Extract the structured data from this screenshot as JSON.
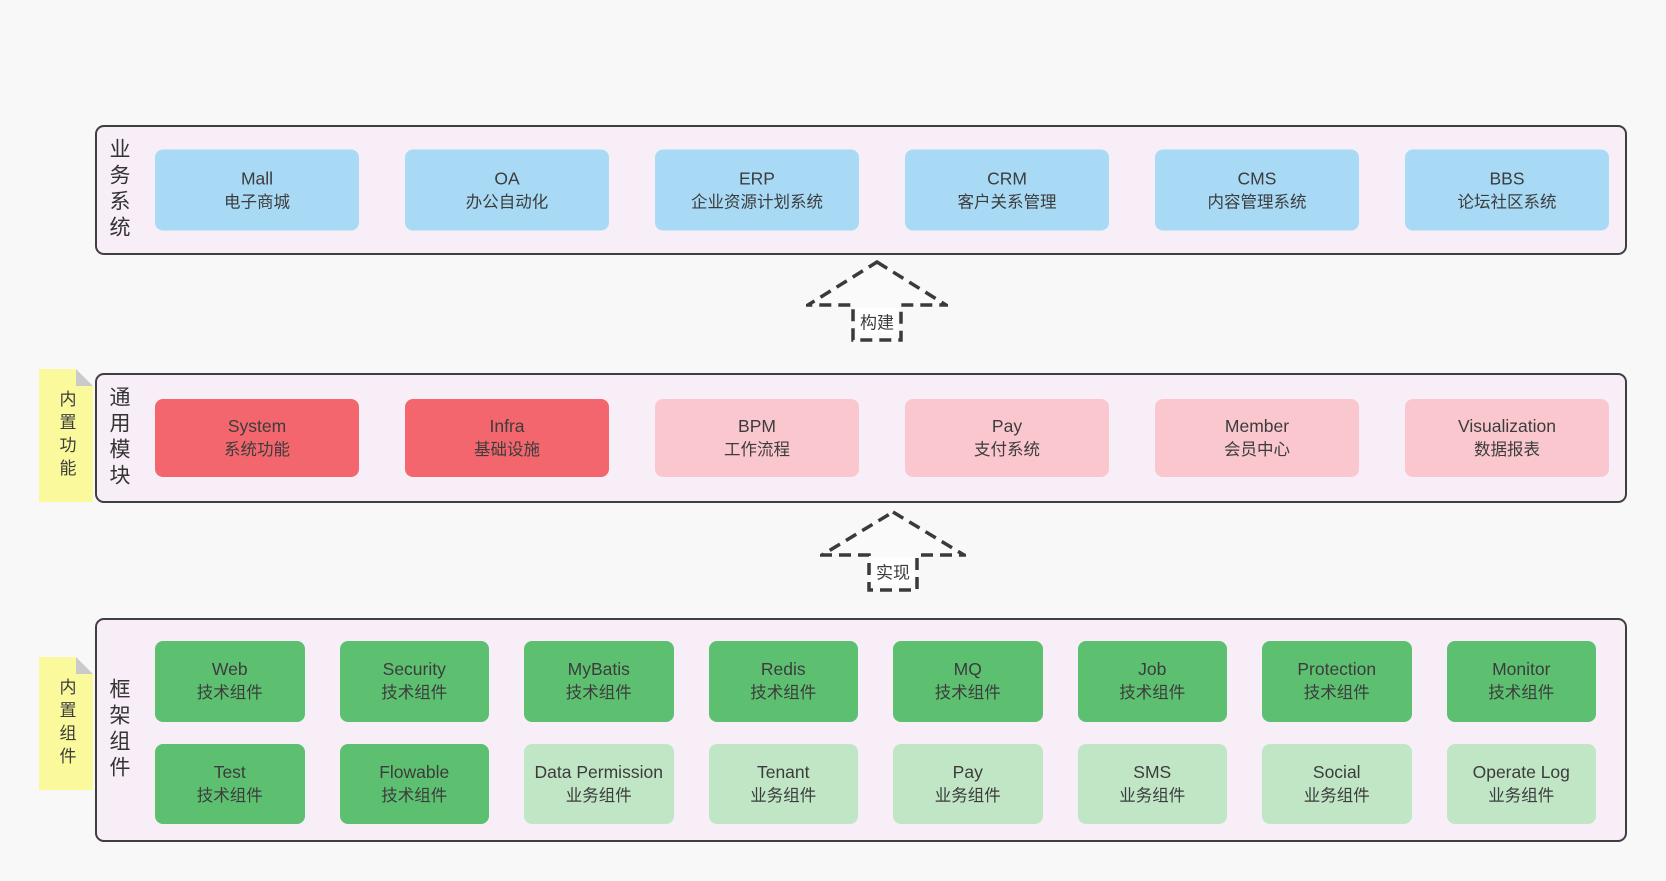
{
  "page": {
    "background": "#f8f8f8"
  },
  "colors": {
    "container_fill": "#f8eef7",
    "container_border": "#3f3f3f",
    "business_box": "#a9daf5",
    "core_module_box": "#f4666d",
    "optional_module_box": "#fbc7ce",
    "tech_component_box": "#5dc071",
    "biz_component_box": "#c0e6c5",
    "sticky_note": "#fafa9d",
    "note_fold": "#c9cbca",
    "text": "#3c3c3c"
  },
  "arrows": [
    {
      "label": "构建"
    },
    {
      "label": "实现"
    }
  ],
  "sections": {
    "business": {
      "label": "业务系统",
      "boxes": [
        {
          "en": "Mall",
          "zh": "电子商城"
        },
        {
          "en": "OA",
          "zh": "办公自动化"
        },
        {
          "en": "ERP",
          "zh": "企业资源计划系统"
        },
        {
          "en": "CRM",
          "zh": "客户关系管理"
        },
        {
          "en": "CMS",
          "zh": "内容管理系统"
        },
        {
          "en": "BBS",
          "zh": "论坛社区系统"
        }
      ]
    },
    "modules": {
      "label": "通用模块",
      "note": "内置功能",
      "boxes": [
        {
          "en": "System",
          "zh": "系统功能"
        },
        {
          "en": "Infra",
          "zh": "基础设施"
        },
        {
          "en": "BPM",
          "zh": "工作流程"
        },
        {
          "en": "Pay",
          "zh": "支付系统"
        },
        {
          "en": "Member",
          "zh": "会员中心"
        },
        {
          "en": "Visualization",
          "zh": "数据报表"
        }
      ]
    },
    "components": {
      "label": "框架组件",
      "note": "内置组件",
      "row1": [
        {
          "en": "Web",
          "zh": "技术组件"
        },
        {
          "en": "Security",
          "zh": "技术组件"
        },
        {
          "en": "MyBatis",
          "zh": "技术组件"
        },
        {
          "en": "Redis",
          "zh": "技术组件"
        },
        {
          "en": "MQ",
          "zh": "技术组件"
        },
        {
          "en": "Job",
          "zh": "技术组件"
        },
        {
          "en": "Protection",
          "zh": "技术组件"
        },
        {
          "en": "Monitor",
          "zh": "技术组件"
        }
      ],
      "row2": [
        {
          "en": "Test",
          "zh": "技术组件"
        },
        {
          "en": "Flowable",
          "zh": "技术组件"
        },
        {
          "en": "Data Permission",
          "zh": "业务组件"
        },
        {
          "en": "Tenant",
          "zh": "业务组件"
        },
        {
          "en": "Pay",
          "zh": "业务组件"
        },
        {
          "en": "SMS",
          "zh": "业务组件"
        },
        {
          "en": "Social",
          "zh": "业务组件"
        },
        {
          "en": "Operate Log",
          "zh": "业务组件"
        }
      ]
    }
  }
}
